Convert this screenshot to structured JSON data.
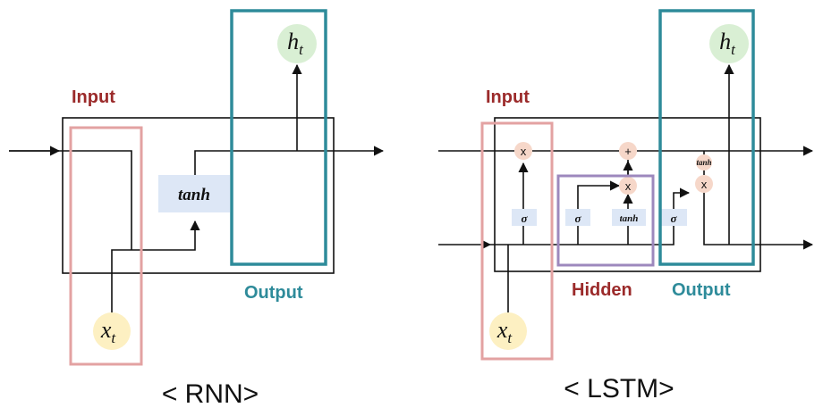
{
  "colors": {
    "input_box": "#e3a2a2",
    "output_box": "#2e8b9a",
    "hidden_box": "#9d88bd",
    "input_label": "#9b2a2a",
    "output_label": "#2e8b9a",
    "hidden_label": "#9b2a2a",
    "gate_fill": "#dde7f6",
    "x_node": "#fdf0c2",
    "h_node": "#d9efd4",
    "op_node": "#f6d7c9"
  },
  "rnn": {
    "caption": "< RNN>",
    "input_label": "Input",
    "output_label": "Output",
    "gate": "tanh",
    "x_node": "x",
    "x_sub": "t",
    "h_node": "h",
    "h_sub": "t"
  },
  "lstm": {
    "caption": "< LSTM>",
    "input_label": "Input",
    "hidden_label": "Hidden",
    "output_label": "Output",
    "sigma": "σ",
    "tanh": "tanh",
    "mult": "x",
    "plus": "+",
    "x_node": "x",
    "x_sub": "t",
    "h_node": "h",
    "h_sub": "t"
  }
}
